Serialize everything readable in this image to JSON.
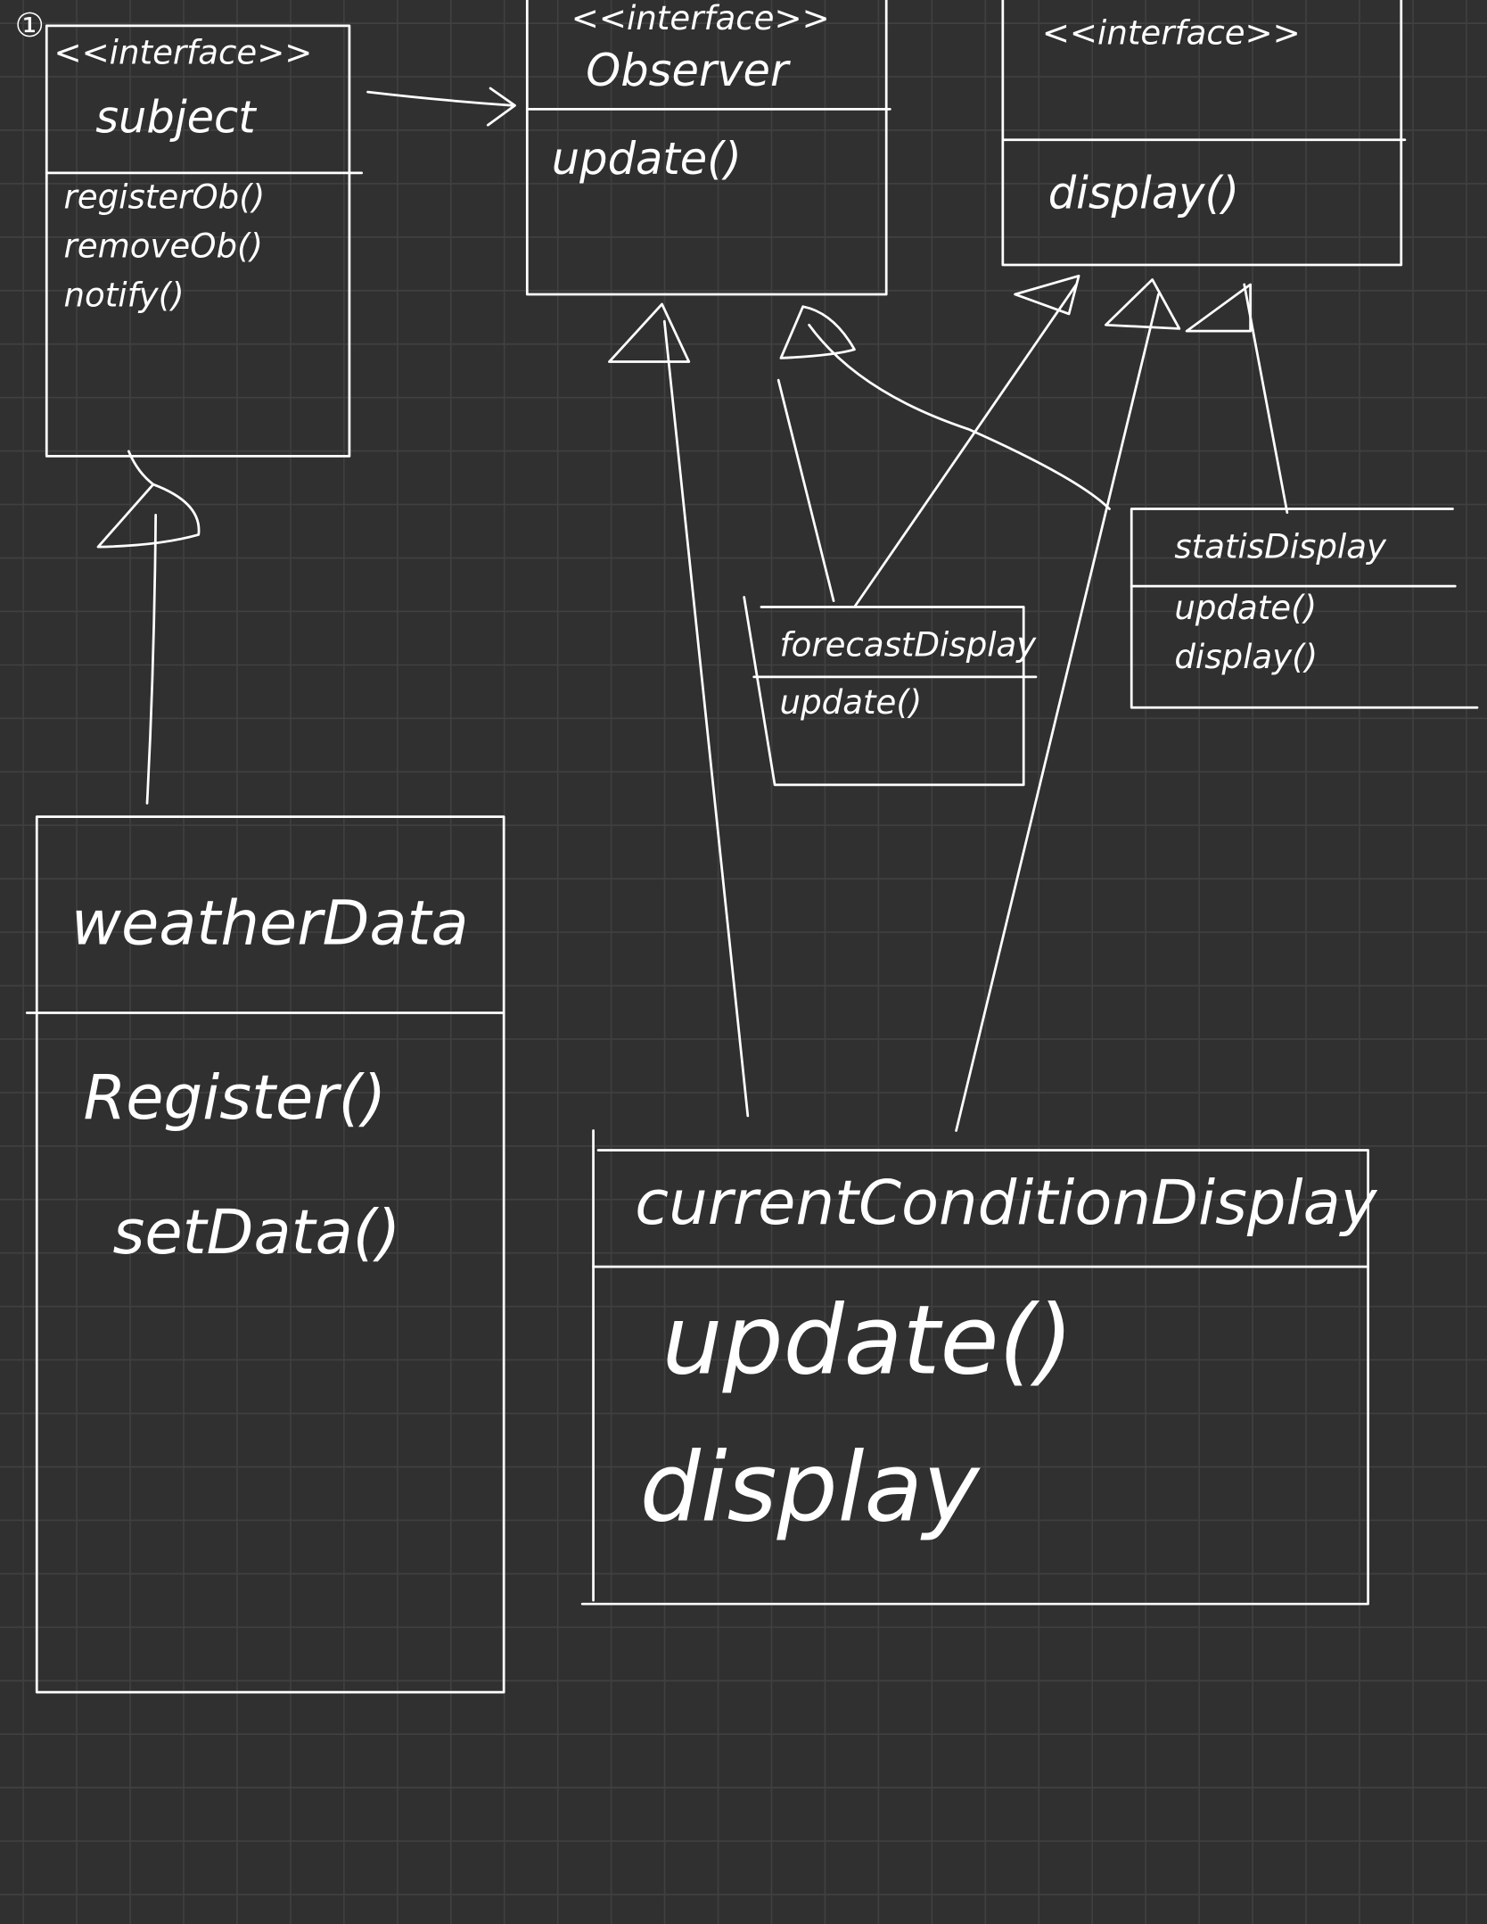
{
  "colors": {
    "background": "#303030",
    "grid": "#404040",
    "ink": "#ffffff"
  },
  "marker": "①",
  "subject": {
    "stereotype": "<<interface>>",
    "name": "subject",
    "methods": [
      "registerOb()",
      "removeOb()",
      "notify()"
    ]
  },
  "observer": {
    "stereotype": "<<interface>>",
    "name": "Observer",
    "methods": [
      "update()"
    ]
  },
  "display_interface": {
    "stereotype": "<<interface>>",
    "methods": [
      "display()"
    ]
  },
  "weather_data": {
    "name": "weatherData",
    "methods": [
      "Register()",
      "setData()"
    ]
  },
  "current_condition_display": {
    "name": "currentConditionDisplay",
    "methods": [
      "update()",
      "display"
    ]
  },
  "forecast_display": {
    "name": "forecastDisplay",
    "methods": [
      "update()"
    ]
  },
  "statis_display": {
    "name": "statisDisplay",
    "methods": [
      "update()",
      "display()"
    ]
  }
}
